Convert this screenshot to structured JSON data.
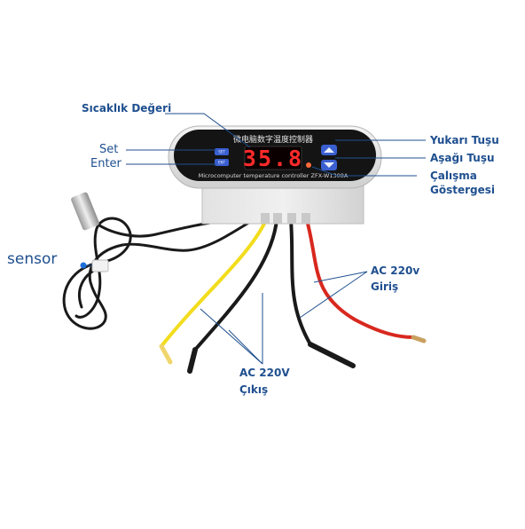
{
  "labels": {
    "temp_value": "Sıcaklık Değeri",
    "set": "Set",
    "enter": "Enter",
    "up_key": "Yukarı Tuşu",
    "down_key": "Aşağı Tuşu",
    "work_indicator_line1": "Çalışma",
    "work_indicator_line2": "Göstergesi",
    "sensor": "sensor",
    "ac_input_line1": "AC 220v",
    "ac_input_line2": "Giriş",
    "ac_output_line1": "AC 220V",
    "ac_output_line2": "Çıkış"
  },
  "device": {
    "display_value": "35.8",
    "chinese_title": "微电脑数字温度控制器",
    "model_text": "Microcomputer temperature controller ZFX-W1308A",
    "set_button_text": "SET",
    "enter_button_text": "ENT"
  },
  "colors": {
    "label": "#1f4f8f",
    "display_digits": "#ff2a2a",
    "button_blue": "#3a5fd0",
    "wire_yellow": "#f2dc1c",
    "wire_red": "#d8281e",
    "wire_black": "#1a1a1a"
  }
}
